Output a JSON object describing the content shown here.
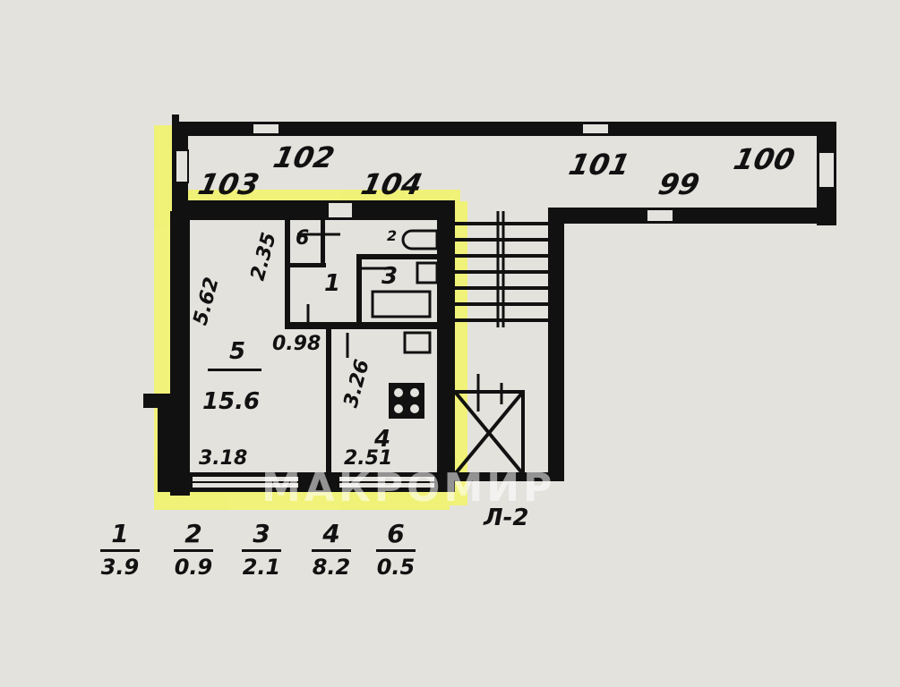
{
  "diagram": {
    "type": "apartment floor plan",
    "highlight_color": "#f5f77a",
    "wall_color": "#111111",
    "paper_color": "#e4e2dd"
  },
  "neighbor_units": [
    {
      "label": "103"
    },
    {
      "label": "102"
    },
    {
      "label": "104"
    },
    {
      "label": "101"
    },
    {
      "label": "99"
    },
    {
      "label": "100"
    }
  ],
  "rooms": {
    "living_room": {
      "number": "5",
      "area": "15.6",
      "width": "3.18",
      "length": "5.62"
    },
    "kitchen": {
      "number": "4",
      "width": "2.51",
      "length": "3.26"
    },
    "hallway": {
      "number": "1",
      "width": "0.98",
      "length": "2.35"
    },
    "toilet": {
      "number": "2"
    },
    "bathroom": {
      "number": "3"
    },
    "closet": {
      "number": "6"
    }
  },
  "stair_label": "Л-2",
  "area_legend": [
    {
      "room": "1",
      "area": "3.9"
    },
    {
      "room": "2",
      "area": "0.9"
    },
    {
      "room": "3",
      "area": "2.1"
    },
    {
      "room": "4",
      "area": "8.2"
    },
    {
      "room": "6",
      "area": "0.5"
    }
  ],
  "watermark": "МАКРОМИР"
}
